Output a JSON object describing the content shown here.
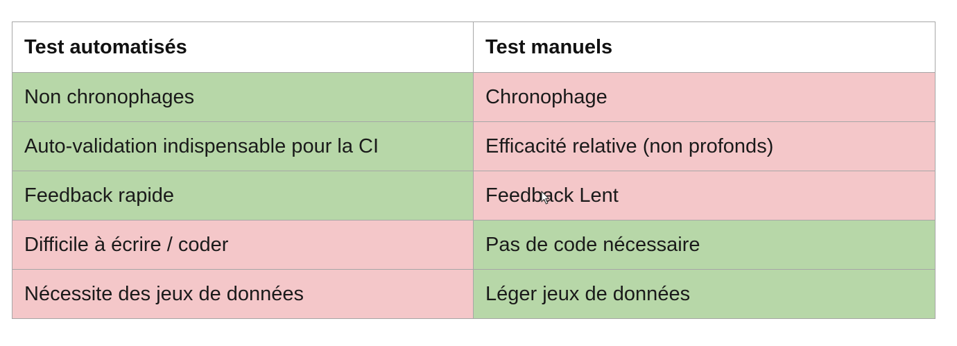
{
  "table": {
    "headers": [
      "Test automatisés",
      "Test manuels"
    ],
    "rows": [
      {
        "left": "Non chronophages",
        "right": "Chronophage",
        "left_status": "pro",
        "right_status": "con"
      },
      {
        "left": "Auto-validation indispensable pour la CI",
        "right": "Efficacité relative (non profonds)",
        "left_status": "pro",
        "right_status": "con"
      },
      {
        "left": "Feedback rapide",
        "right": "Feedback Lent",
        "left_status": "pro",
        "right_status": "con"
      },
      {
        "left": "Difficile à écrire / coder",
        "right": "Pas de code nécessaire",
        "left_status": "con",
        "right_status": "pro"
      },
      {
        "left": "Nécessite des jeux de données",
        "right": "Léger jeux de données",
        "left_status": "con",
        "right_status": "pro"
      }
    ]
  },
  "colors": {
    "pro": "#b7d7a8",
    "con": "#f4c7c9",
    "border": "#a6a6a6",
    "header_bg": "#ffffff"
  },
  "icons": {
    "cursor": "mouse-pointer-icon"
  }
}
